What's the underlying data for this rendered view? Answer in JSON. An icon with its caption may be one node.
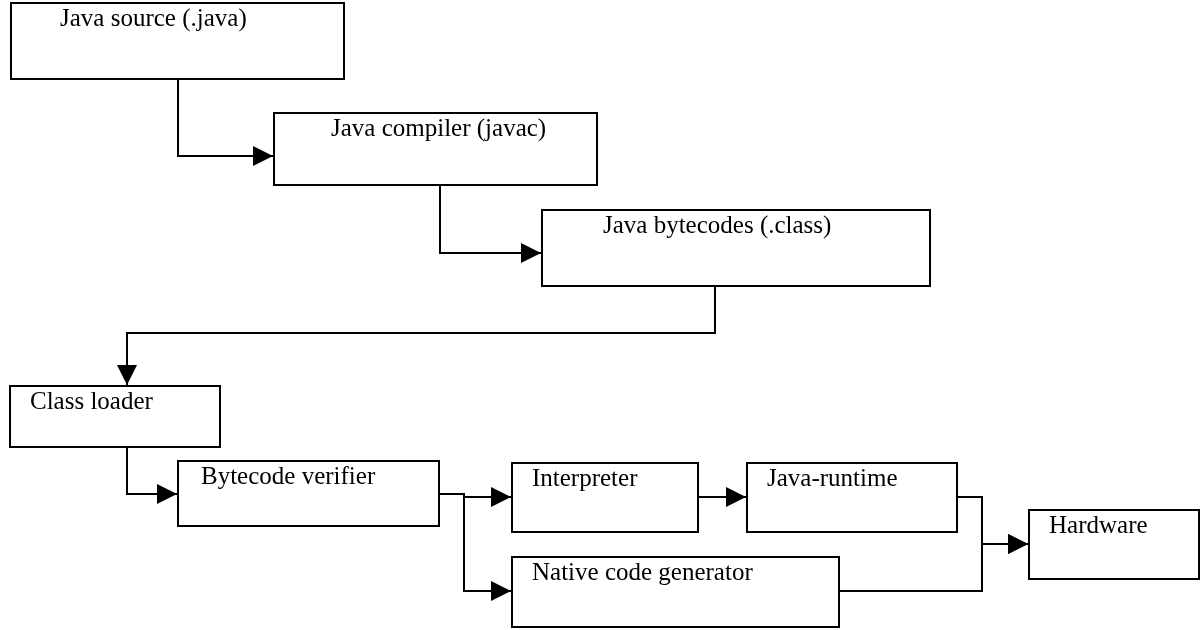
{
  "diagram": {
    "nodes": [
      {
        "text": [
          "Java source (.java)"
        ]
      },
      {
        "text": [
          "Java compiler (javac)"
        ]
      },
      {
        "text": [
          "Java bytecodes (.class)"
        ]
      },
      {
        "text": [
          "Class loader"
        ]
      },
      {
        "text": [
          "Bytecode verifier"
        ]
      },
      {
        "text": [
          "Interpreter"
        ]
      },
      {
        "text": [
          "Java-runtime"
        ]
      },
      {
        "text": [
          "Native code generator"
        ]
      },
      {
        "text": [
          "Hardware"
        ]
      }
    ],
    "edges": [
      {
        "from": 0,
        "to": 1,
        "arrow": "to"
      },
      {
        "from": 1,
        "to": 2,
        "arrow": "to"
      },
      {
        "from": 2,
        "to": 3,
        "arrow": "to"
      },
      {
        "from": 3,
        "to": 4,
        "arrow": "to"
      },
      {
        "from": 4,
        "to": 5,
        "arrow": "to"
      },
      {
        "from": 4,
        "to": 7,
        "arrow": "to"
      },
      {
        "from": 5,
        "to": 6,
        "arrow": "to"
      },
      {
        "from": 6,
        "to": 8,
        "arrow": "to"
      },
      {
        "from": 7,
        "to": 8,
        "arrow": "to"
      }
    ]
  }
}
